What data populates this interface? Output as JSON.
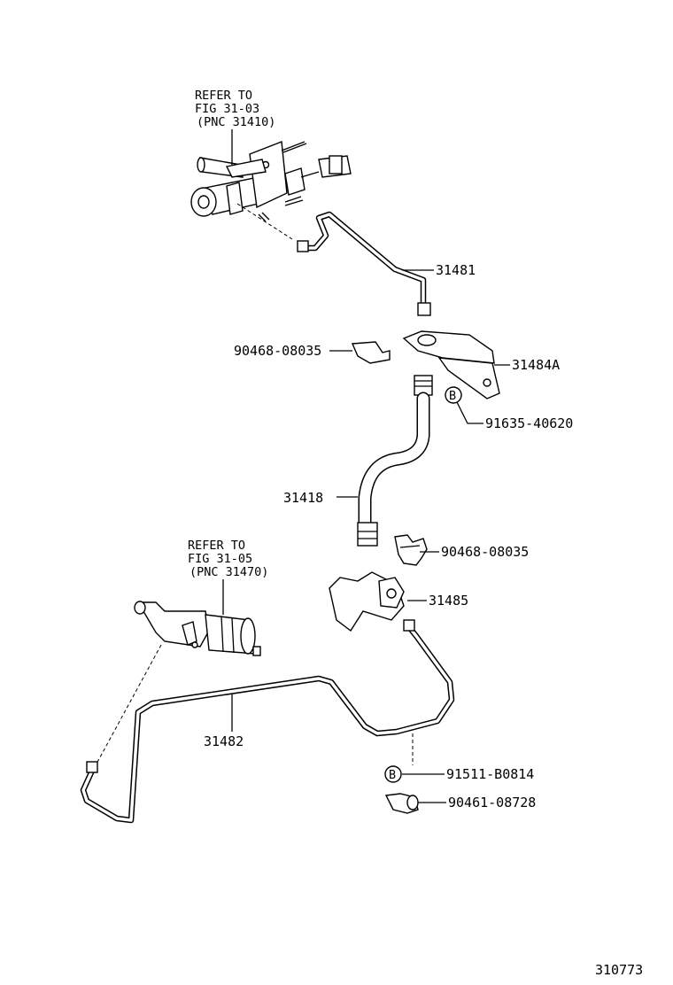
{
  "references": {
    "master_cylinder": [
      "REFER TO",
      "FIG 31-03",
      "(PNC 31410)"
    ],
    "release_cylinder": [
      "REFER TO",
      "FIG 31-05",
      "(PNC 31470)"
    ]
  },
  "callouts": {
    "p31481": "31481",
    "p90468_upper": "90468-08035",
    "p31484a": "31484A",
    "p91635": "91635-40620",
    "p31418": "31418",
    "p90468_lower": "90468-08035",
    "p31485": "31485",
    "p31482": "31482",
    "p91511": "91511-B0814",
    "p90461": "90461-08728"
  },
  "markers": {
    "b_upper": "B",
    "b_lower": "B"
  },
  "illustration_number": "310773"
}
